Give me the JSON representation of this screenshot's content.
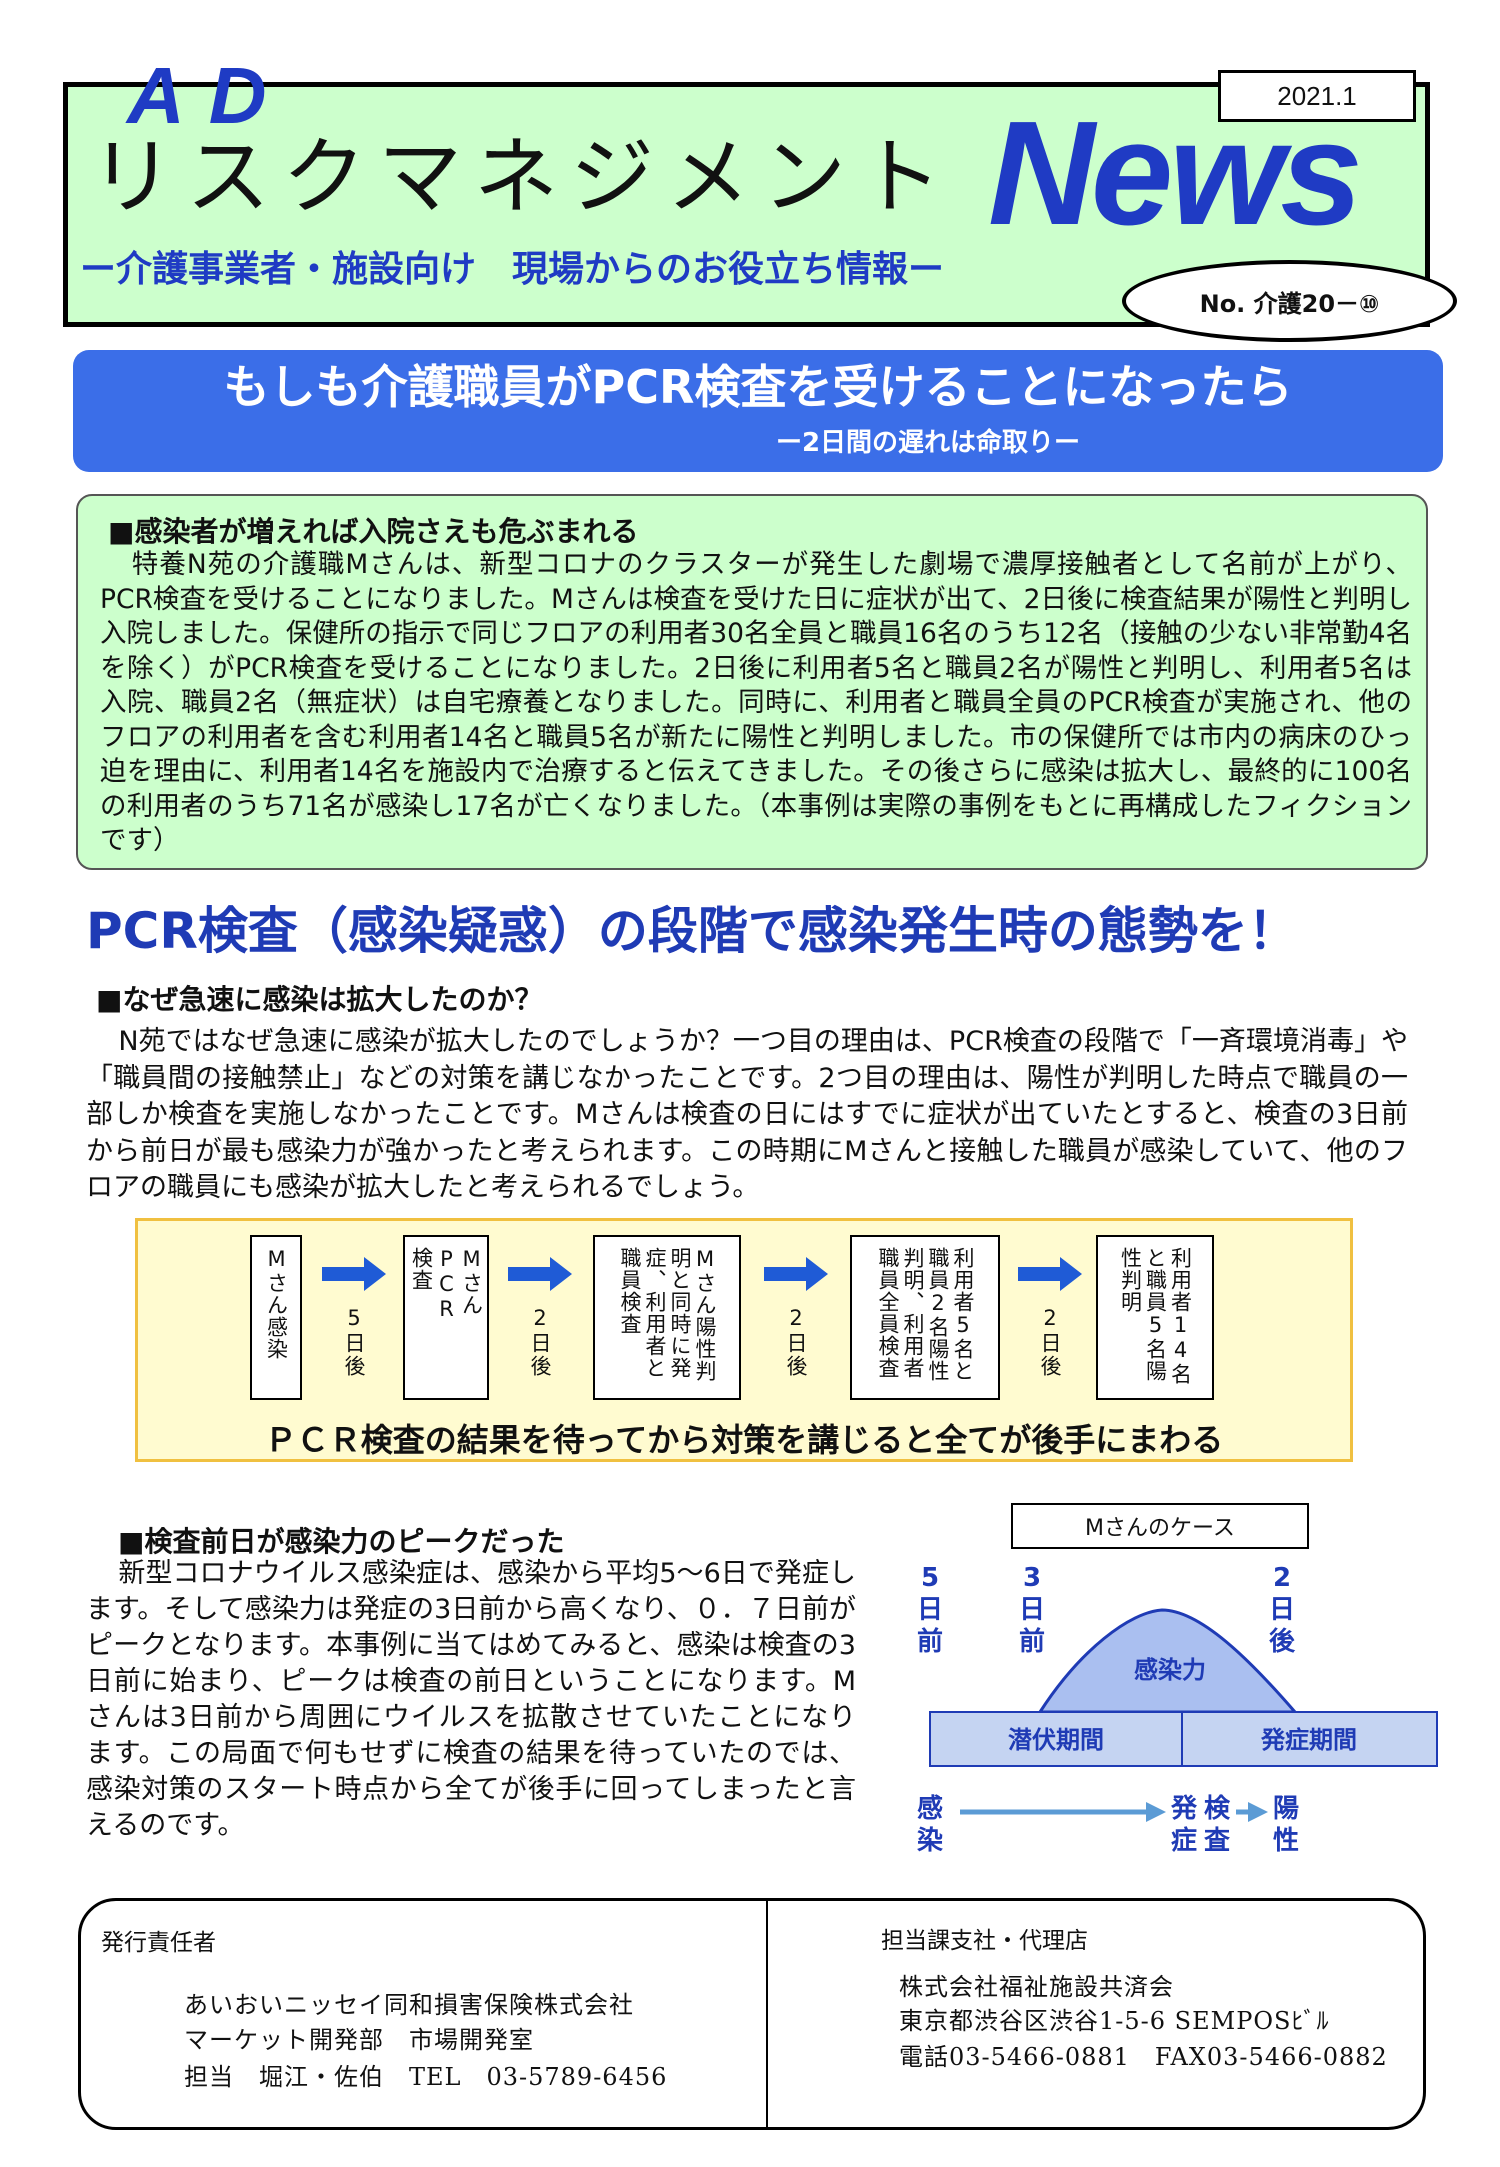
{
  "masthead": {
    "logo_ad": "AD",
    "logo_title": "リスクマネジメント",
    "logo_news": "News",
    "date": "2021.1",
    "subtitle": "ー介護事業者・施設向け　現場からのお役立ち情報ー",
    "issue_no": "No. 介護20－⑩",
    "brand_color": "#1f3bc4",
    "background_color": "#ccffcc"
  },
  "headline": {
    "title": "もしも介護職員がPCR検査を受けることになったら",
    "subtitle": "ー2日間の遅れは命取りー",
    "background_color": "#3b6ee8"
  },
  "case": {
    "heading": "■感染者が増えれば入院さえも危ぶまれる",
    "text": "特養N苑の介護職Mさんは、新型コロナのクラスターが発生した劇場で濃厚接触者として名前が上がり、PCR検査を受けることになりました。Mさんは検査を受けた日に症状が出て、2日後に検査結果が陽性と判明し入院しました。保健所の指示で同じフロアの利用者30名全員と職員16名のうち12名（接触の少ない非常勤4名を除く）がPCR検査を受けることになりました。2日後に利用者5名と職員2名が陽性と判明し、利用者5名は入院、職員2名（無症状）は自宅療養となりました。同時に、利用者と職員全員のPCR検査が実施され、他のフロアの利用者を含む利用者14名と職員5名が新たに陽性と判明しました。市の保健所では市内の病床のひっ迫を理由に、利用者14名を施設内で治療すると伝えてきました。その後さらに感染は拡大し、最終的に100名の利用者のうち71名が感染し17名が亡くなりました。（本事例は実際の事例をもとに再構成したフィクションです）"
  },
  "section": {
    "heading": "PCR検査（感染疑惑）の段階で感染発生時の態勢を！",
    "sub_heading": "■なぜ急速に感染は拡大したのか？",
    "text": "N苑ではなぜ急速に感染が拡大したのでしょうか？一つ目の理由は、PCR検査の段階で「一斉環境消毒」や「職員間の接触禁止」などの対策を講じなかったことです。2つ目の理由は、陽性が判明した時点で職員の一部しか検査を実施しなかったことです。Mさんは検査の日にはすでに症状が出ていたとすると、検査の3日前から前日が最も感染力が強かったと考えられます。この時期にMさんと接触した職員が感染していて、他のフロアの職員にも感染が拡大したと考えられるでしょう。"
  },
  "flow": {
    "steps": [
      {
        "lines": [
          "Mさん感染"
        ]
      },
      {
        "lines": [
          "Mさん",
          "PCR",
          "検査"
        ]
      },
      {
        "lines": [
          "Mさん陽性判",
          "明と同時に発",
          "症、利用者と",
          "職員検査"
        ]
      },
      {
        "lines": [
          "利用者5名と",
          "職員2名陽性",
          "判明、利用者",
          "職員全員検査"
        ]
      },
      {
        "lines": [
          "利用者14名",
          "と職員5名陽",
          "性判明"
        ]
      }
    ],
    "intervals": [
      "5日後",
      "2日後",
      "2日後",
      "2日後"
    ],
    "caption": "ＰＣＲ検査の結果を待ってから対策を講じると全てが後手にまわる",
    "arrow_color": "#1f5bd6",
    "background_color": "#fffbd0"
  },
  "peak": {
    "heading": "■検査前日が感染力のピークだった",
    "text": "新型コロナウイルス感染症は、感染から平均5～6日で発症します。そして感染力は発症の3日前から高くなり、０．７日前がピークとなります。本事例に当てはめてみると、感染は検査の3日前に始まり、ピークは検査の前日ということになります。Mさんは3日前から周囲にウイルスを拡散させていたことになります。この局面で何もせずに検査の結果を待っていたのでは、感染対策のスタート時点から全てが後手に回ってしまったと言えるのです。"
  },
  "diagram": {
    "case_label": "Mさんのケース",
    "time_labels": [
      "5日前",
      "3日前",
      "2日後"
    ],
    "curve_label": "感染力",
    "periods": [
      "潜伏期間",
      "発症期間"
    ],
    "events": [
      "感染",
      "発症",
      "検査",
      "陽性"
    ],
    "text_color": "#1f3bb5",
    "curve_color": "#aabff0",
    "period_color": "#c5d4f2"
  },
  "footer": {
    "publisher_label": "発行責任者",
    "publisher_lines": [
      "あいおいニッセイ同和損害保険株式会社",
      "マーケット開発部　市場開発室",
      "担当　堀江・佐伯　TEL　03-5789-6456"
    ],
    "agent_label": "担当課支社・代理店",
    "agent_lines": [
      "株式会社福祉施設共済会",
      "東京都渋谷区渋谷1-5-6 SEMPOSﾋﾞﾙ",
      "電話03-5466-0881　FAX03-5466-0882"
    ]
  }
}
